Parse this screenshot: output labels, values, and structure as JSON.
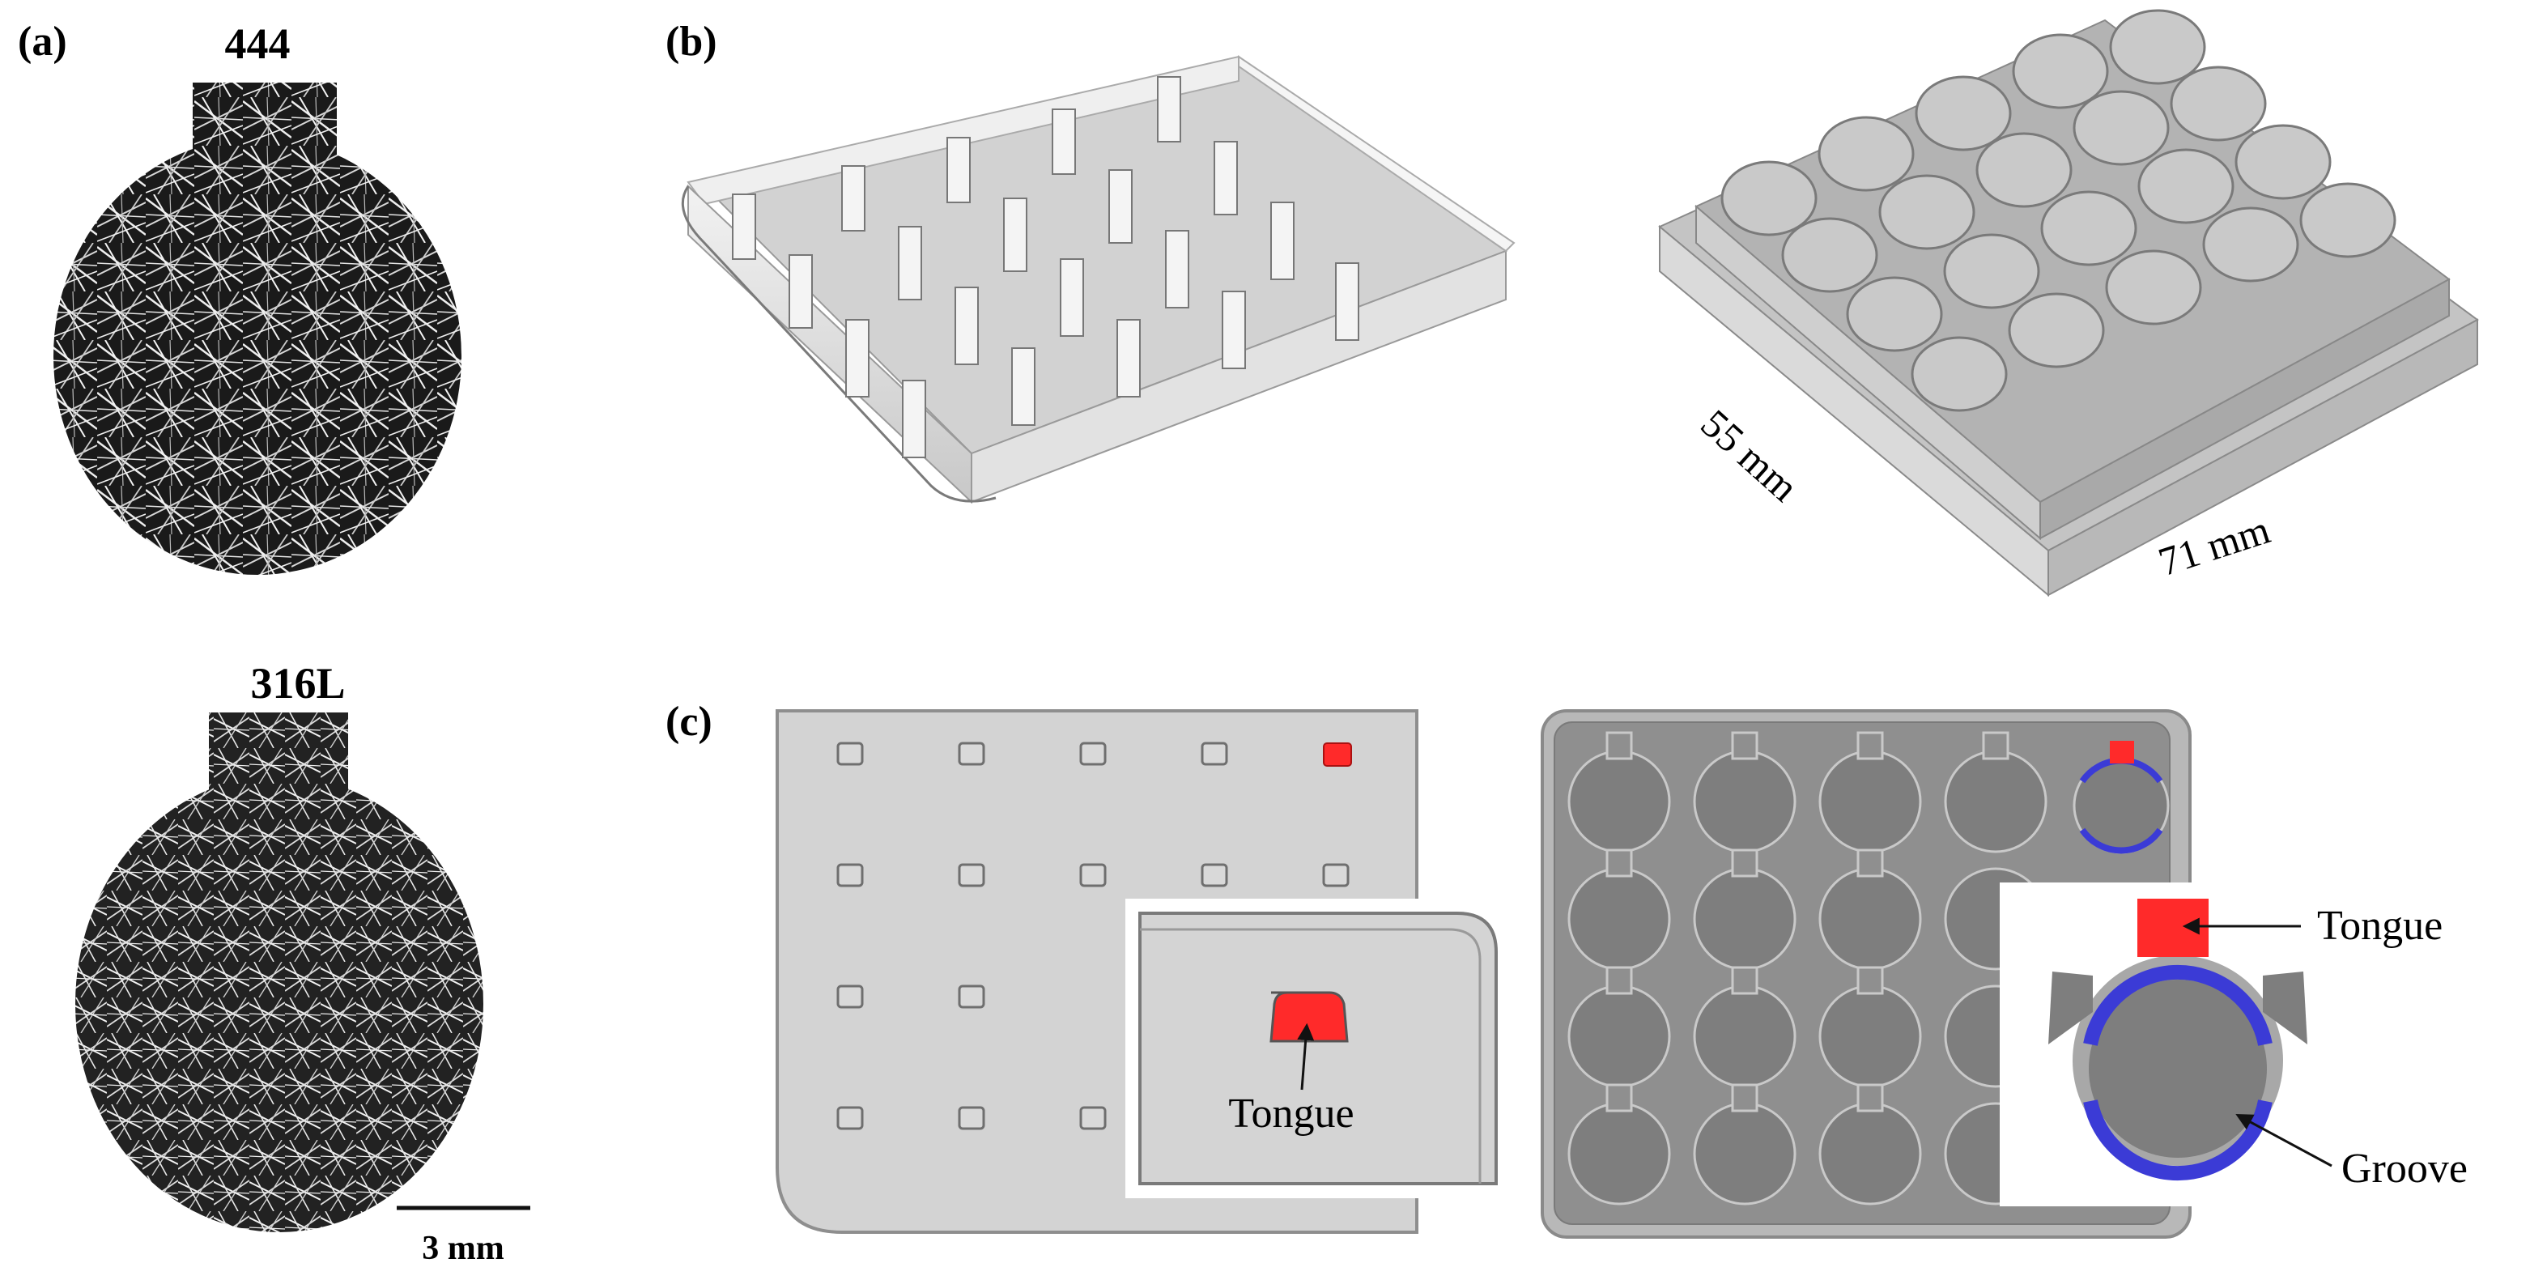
{
  "panels": {
    "a": {
      "label": "(a)",
      "samples": [
        {
          "name": "444"
        },
        {
          "name": "316L"
        }
      ],
      "scale_bar": "3 mm"
    },
    "b": {
      "label": "(b)",
      "dimensions": {
        "width": "55 mm",
        "length": "71 mm"
      }
    },
    "c": {
      "label": "(c)",
      "callouts": {
        "tongue_left": "Tongue",
        "tongue_right": "Tongue",
        "groove": "Groove"
      }
    }
  },
  "colors": {
    "tongue": "#ff2a2a",
    "groove": "#3b3bd6",
    "metal_light": "#d6d6d6",
    "metal_mid": "#bdbdbd",
    "metal_dark": "#8c8c8c",
    "fiber_bg": "#1a1a1a",
    "fiber_line": "#f0f0f0"
  }
}
